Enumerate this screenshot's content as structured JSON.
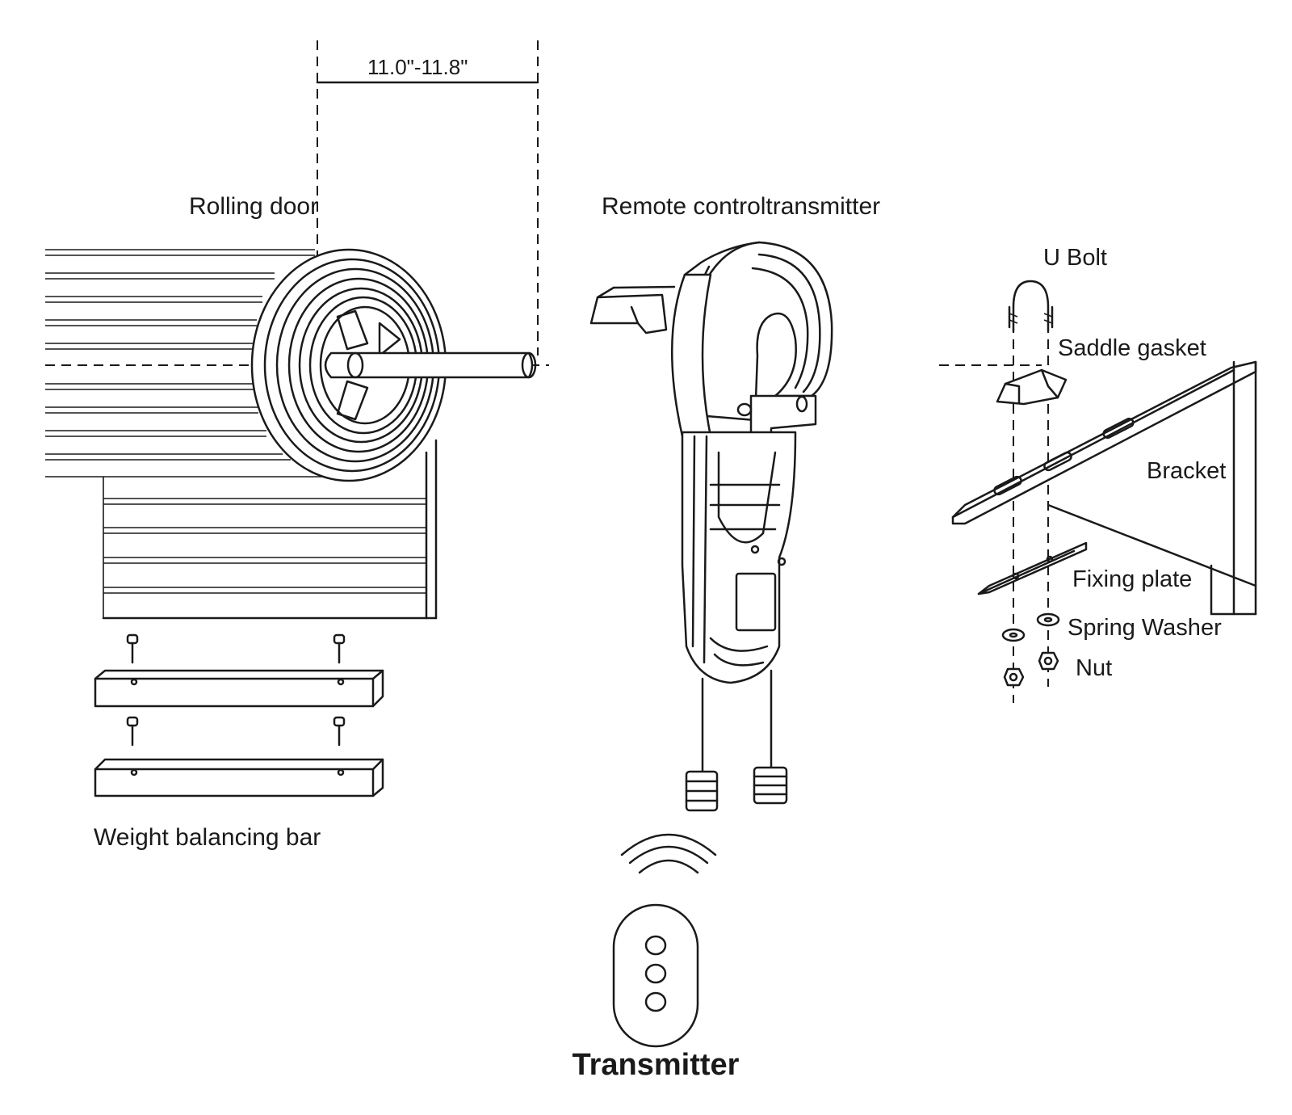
{
  "labels": {
    "dimension": "11.0\"-11.8\"",
    "rolling_door": "Rolling door",
    "motor": "Remote controltransmitter",
    "u_bolt": "U Bolt",
    "saddle_gasket": "Saddle gasket",
    "bracket": "Bracket",
    "fixing_plate": "Fixing plate",
    "spring_washer": "Spring Washer",
    "nut": "Nut",
    "weight_bar": "Weight balancing bar",
    "transmitter": "Transmitter"
  },
  "colors": {
    "ink": "#1a1a1a",
    "background": "#ffffff"
  },
  "transmitter_buttons": 3
}
